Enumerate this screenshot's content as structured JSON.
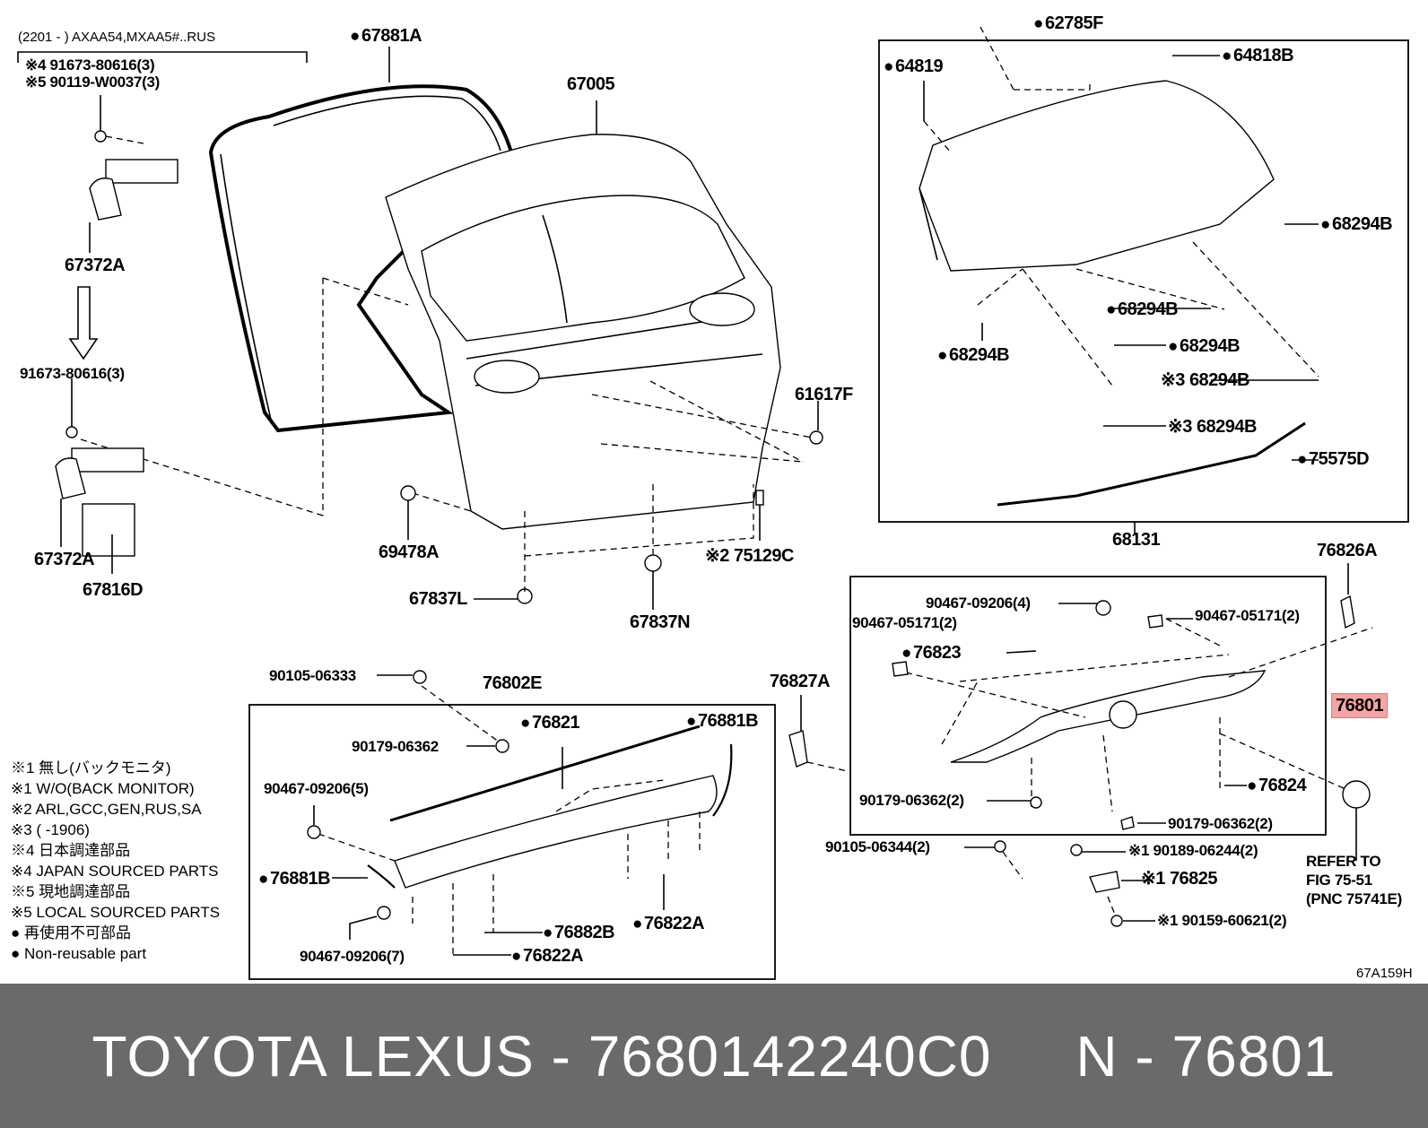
{
  "header": {
    "applicability": "(2201 -     ) AXAA54,MXAA5#..RUS",
    "note4_line": "※4 91673-80616(3)",
    "note5_line": "※5 90119-W0037(3)"
  },
  "callouts": {
    "p67881A": "67881A",
    "p67005": "67005",
    "p67372A_top": "67372A",
    "p91673": "91673-80616(3)",
    "p67372A_bot": "67372A",
    "p67816D": "67816D",
    "p61617F": "61617F",
    "p69478A": "69478A",
    "p67837L": "67837L",
    "p67837N": "67837N",
    "p75129C": "※2 75129C",
    "p62785F": "62785F",
    "p64819": "64819",
    "p64818B": "64818B",
    "p68294B_a": "68294B",
    "p68294B_b": "68294B",
    "p68294B_c": "68294B",
    "p68294B_d": "68294B",
    "p68294B_e": "※3 68294B",
    "p68294B_f": "※3 68294B",
    "p75575D": "75575D",
    "p68131": "68131",
    "p76826A": "76826A",
    "p90467_09206_4": "90467-09206(4)",
    "p90467_05171_2a": "90467-05171(2)",
    "p90467_05171_2b": "90467-05171(2)",
    "p76823": "76823",
    "p76801": "76801",
    "p76827A": "76827A",
    "p90179_06362_2a": "90179-06362(2)",
    "p76824": "76824",
    "p90179_06362_2b": "90179-06362(2)",
    "p90105_06344": "90105-06344(2)",
    "p90189": "※1 90189-06244(2)",
    "p76825": "※1 76825",
    "p90159": "※1 90159-60621(2)",
    "refer": "REFER TO",
    "refer_fig": "FIG 75-51",
    "refer_pnc": "(PNC 75741E)",
    "p90105_06333": "90105-06333",
    "p76802E": "76802E",
    "p76821": "76821",
    "p76881B_a": "76881B",
    "p90179_06362": "90179-06362",
    "p90467_09206_5": "90467-09206(5)",
    "p76881B_b": "76881B",
    "p90467_09206_7": "90467-09206(7)",
    "p76882B": "76882B",
    "p76822A_a": "76822A",
    "p76822A_b": "76822A",
    "figure_id": "67A159H"
  },
  "legend": [
    "※1 無し(バックモニタ)",
    "※1 W/O(BACK MONITOR)",
    "※2 ARL,GCC,GEN,RUS,SA",
    "※3 (     -1906)",
    "※4 日本調達部品",
    "※4 JAPAN SOURCED PARTS",
    "※5 現地調達部品",
    "※5 LOCAL SOURCED PARTS",
    "● 再使用不可部品",
    "● Non-reusable part"
  ],
  "footer": {
    "text": "TOYOTA LEXUS - 7680142240C0     N - 76801"
  },
  "colors": {
    "highlight": "#f5a3a3",
    "footer_bg": "#6a6a6a",
    "footer_text": "#ffffff"
  }
}
